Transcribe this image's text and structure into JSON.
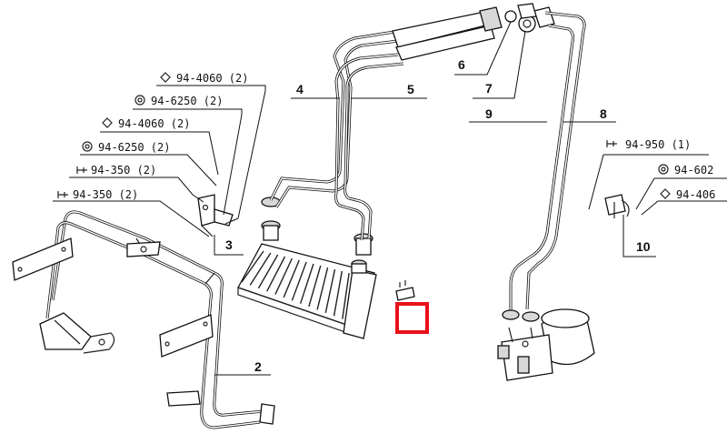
{
  "callouts": [
    {
      "text": "94-4060 (2)",
      "marker": "diamond"
    },
    {
      "text": "94-6250 (2)",
      "marker": "circle"
    },
    {
      "text": "94-4060 (2)",
      "marker": "diamond"
    },
    {
      "text": "94-6250 (2)",
      "marker": "circle"
    },
    {
      "text": "94-350 (2)",
      "marker": "bolt"
    },
    {
      "text": "94-350 (2)",
      "marker": "bolt"
    },
    {
      "text": "94-950 (1)",
      "marker": "bolt"
    },
    {
      "text": "94-602",
      "marker": "circle"
    },
    {
      "text": "94-406",
      "marker": "diamond"
    }
  ],
  "part_numbers": [
    "2",
    "3",
    "4",
    "5",
    "6",
    "7",
    "8",
    "9",
    "10"
  ],
  "highlight": {
    "color": "#e8101a"
  },
  "colors": {
    "line": "#111111",
    "background": "#ffffff"
  }
}
